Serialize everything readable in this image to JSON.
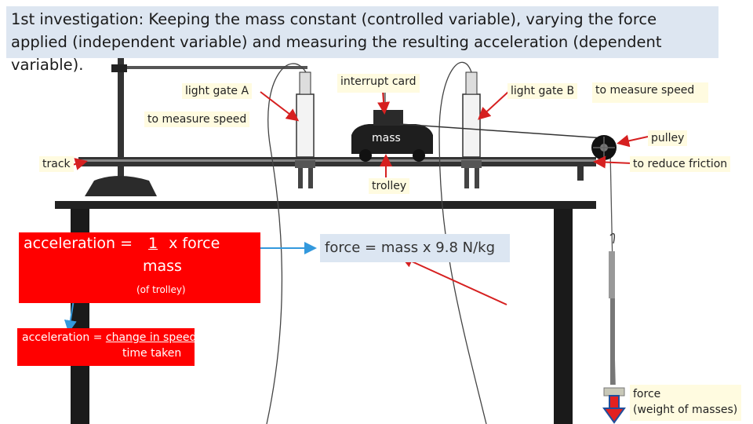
{
  "title": "1st investigation: Keeping the mass constant (controlled variable), varying the force applied (independent variable) and measuring the resulting acceleration (dependent variable).",
  "labels": {
    "light_gate_a": "light gate A",
    "interrupt_card": "interrupt card",
    "light_gate_b": "light gate B",
    "to_measure_speed_right": "to measure speed",
    "to_measure_speed_left": "to measure speed",
    "mass": "mass",
    "pulley": "pulley",
    "track": "track",
    "to_reduce_friction": "to reduce friction",
    "trolley": "trolley"
  },
  "formula_box": {
    "line1_prefix": "acceleration = ",
    "line1_fraction_numerator": "1",
    "line1_suffix": "x force",
    "line2": "mass",
    "note": "(of trolley)"
  },
  "force_formula": "force = mass x 9.8 N/kg",
  "speed_formula": {
    "prefix": "acceleration = ",
    "numerator": "change in speed",
    "denominator": "time taken"
  },
  "force_weight": {
    "line1": "force",
    "line2": "(weight of masses)"
  },
  "colors": {
    "title_bg": "#dde6f1",
    "label_bg": "#fffbe0",
    "red_box": "#ff0000",
    "blue_box": "#dce6f2",
    "arrow_red": "#d62020",
    "arrow_blue": "#3399dd"
  }
}
